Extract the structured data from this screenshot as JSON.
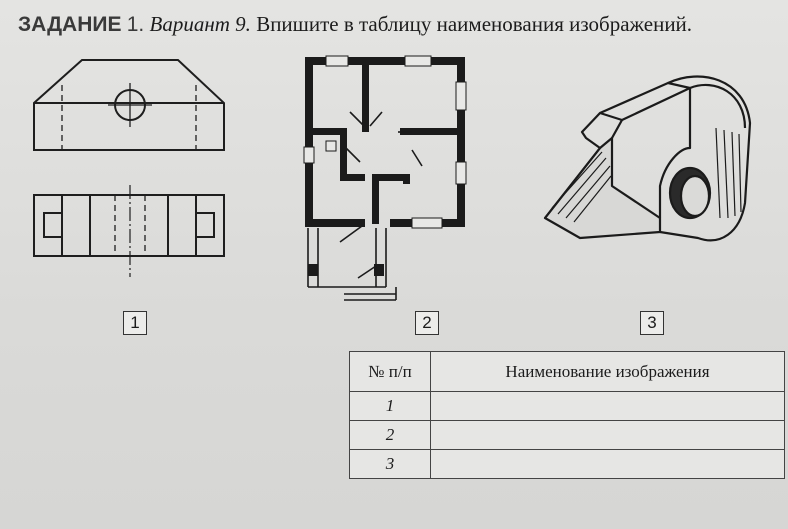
{
  "task": {
    "label": "ЗАДАНИЕ",
    "number": "1.",
    "variant": "Вариант 9.",
    "instruction": "Впишите в таблицу наименования изображений."
  },
  "figures": [
    {
      "number": "1",
      "icon": "orthographic-views-drawing"
    },
    {
      "number": "2",
      "icon": "floor-plan-drawing"
    },
    {
      "number": "3",
      "icon": "isometric-part-drawing"
    }
  ],
  "table": {
    "headers": [
      "№ п/п",
      "Наименование изображения"
    ],
    "rows": [
      {
        "num": "1",
        "name": ""
      },
      {
        "num": "2",
        "name": ""
      },
      {
        "num": "3",
        "name": ""
      }
    ]
  }
}
